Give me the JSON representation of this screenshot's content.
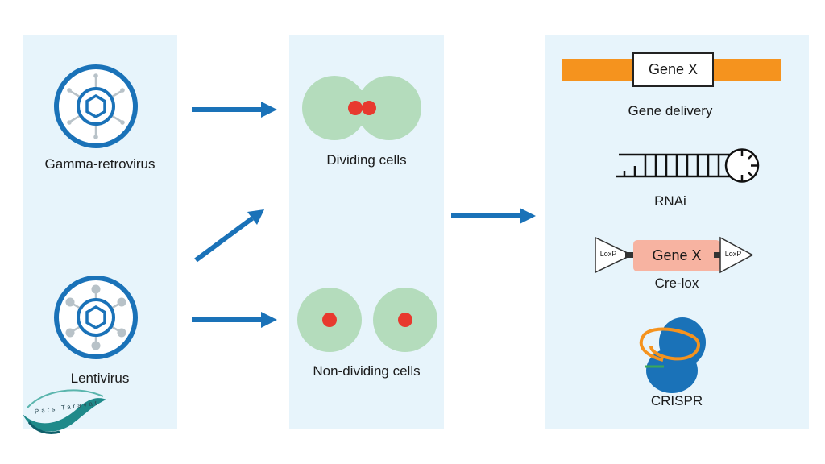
{
  "viruses": [
    {
      "name": "Gamma-retrovirus"
    },
    {
      "name": "Lentivirus"
    }
  ],
  "cells": [
    {
      "name": "Dividing cells"
    },
    {
      "name": "Non-dividing cells"
    }
  ],
  "applications": [
    {
      "name": "Gene delivery",
      "gene_label": "Gene X"
    },
    {
      "name": "RNAi"
    },
    {
      "name": "Cre-lox",
      "gene_label": "Gene X",
      "site_left": "LoxP",
      "site_right": "LoxP"
    },
    {
      "name": "CRISPR"
    }
  ],
  "logo": {
    "text": "Pars Taravat"
  },
  "colors": {
    "panel": "#e7f4fb",
    "arrow": "#1a72b8",
    "cell": "#b4dcbc",
    "nucleus": "#e8392e",
    "gene_bar": "#f5931e",
    "cre_gene": "#f7b3a1",
    "crispr_blob": "#1a72b8",
    "crispr_rna": "#f5931e"
  }
}
